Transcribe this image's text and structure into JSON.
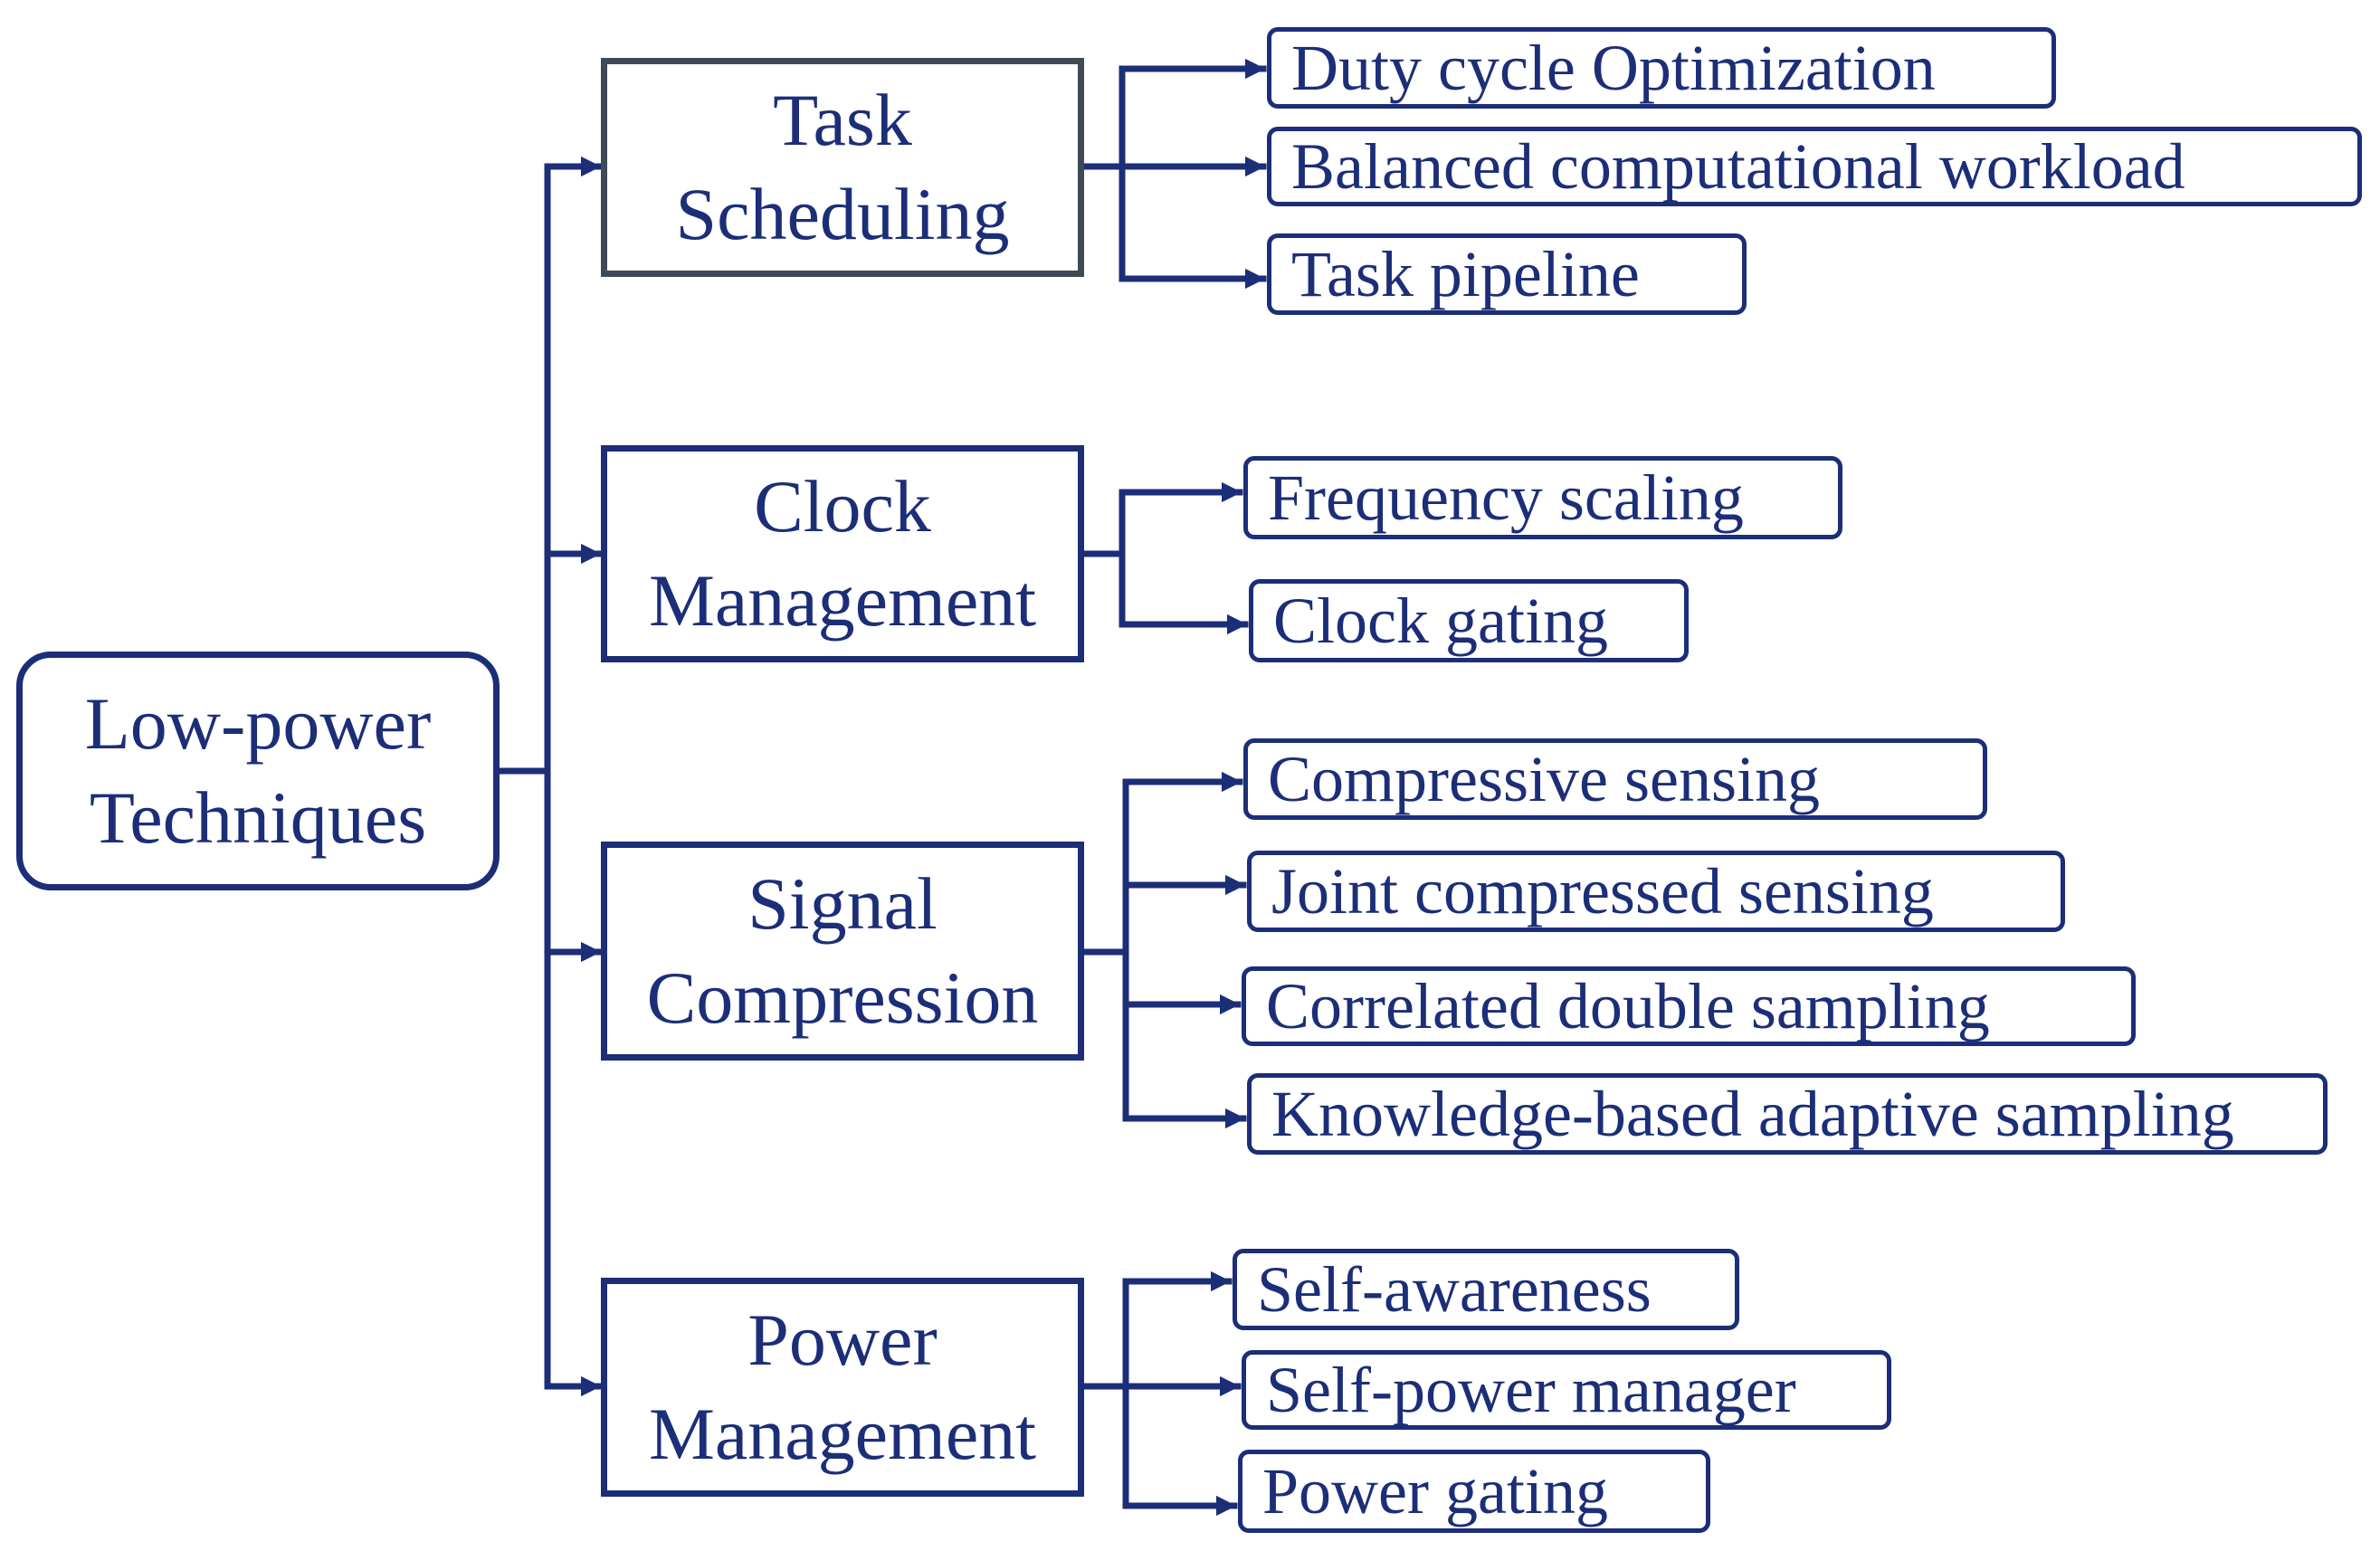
{
  "root": {
    "line1": "Low-power",
    "line2": "Techniques"
  },
  "categories": [
    {
      "line1": "Task",
      "line2": "Scheduling",
      "items": [
        "Duty cycle Optimization",
        "Balanced computational workload",
        "Task pipeline"
      ]
    },
    {
      "line1": "Clock",
      "line2": "Management",
      "items": [
        "Frequency scaling",
        "Clock gating"
      ]
    },
    {
      "line1": "Signal",
      "line2": "Compression",
      "items": [
        "Compressive sensing",
        "Joint compressed sensing",
        "Correlated double sampling",
        "Knowledge-based adaptive sampling"
      ]
    },
    {
      "line1": "Power",
      "line2": "Management",
      "items": [
        "Self-awareness",
        "Self-power manager",
        "Power gating"
      ]
    }
  ],
  "colors": {
    "primary": "#1c2e78",
    "grey_border": "#3f4a57",
    "background": "#ffffff"
  }
}
